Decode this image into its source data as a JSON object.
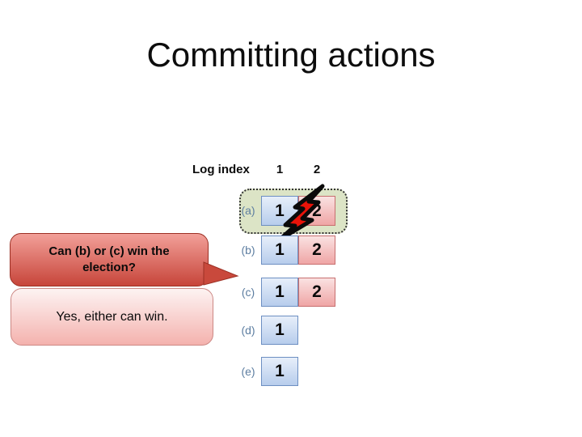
{
  "slide": {
    "title": "Committing actions"
  },
  "table": {
    "header": {
      "label": "Log index",
      "col1": "1",
      "col2": "2"
    },
    "rows": [
      {
        "label": "(a)",
        "cell1": "1",
        "cell2": "2",
        "note": "crashed-highlighted-row"
      },
      {
        "label": "(b)",
        "cell1": "1",
        "cell2": "2"
      },
      {
        "label": "(c)",
        "cell1": "1",
        "cell2": "2"
      },
      {
        "label": "(d)",
        "cell1": "1"
      },
      {
        "label": "(e)",
        "cell1": "1"
      }
    ]
  },
  "callouts": {
    "question": {
      "text": "Can (b) or (c) win the election?"
    },
    "answer": {
      "text": "Yes, either can win."
    }
  },
  "icons": {
    "crash": "lightning-bolt-icon"
  },
  "colors": {
    "cell_blue_top": "#e7effa",
    "cell_blue_bottom": "#b7cdec",
    "cell_blue_border": "#6d8fc2",
    "cell_red_top": "#fae2e2",
    "cell_red_bottom": "#efa5a5",
    "cell_red_border": "#c76f6f",
    "highlight_green": "#dce4c6",
    "question_bubble_top": "#f2a099",
    "question_bubble_bottom": "#c7453a",
    "answer_bubble_top": "#fdf3f2",
    "answer_bubble_bottom": "#f4b2ae",
    "bolt_red": "#e81309",
    "row_label_blue": "#5d7ea1"
  }
}
